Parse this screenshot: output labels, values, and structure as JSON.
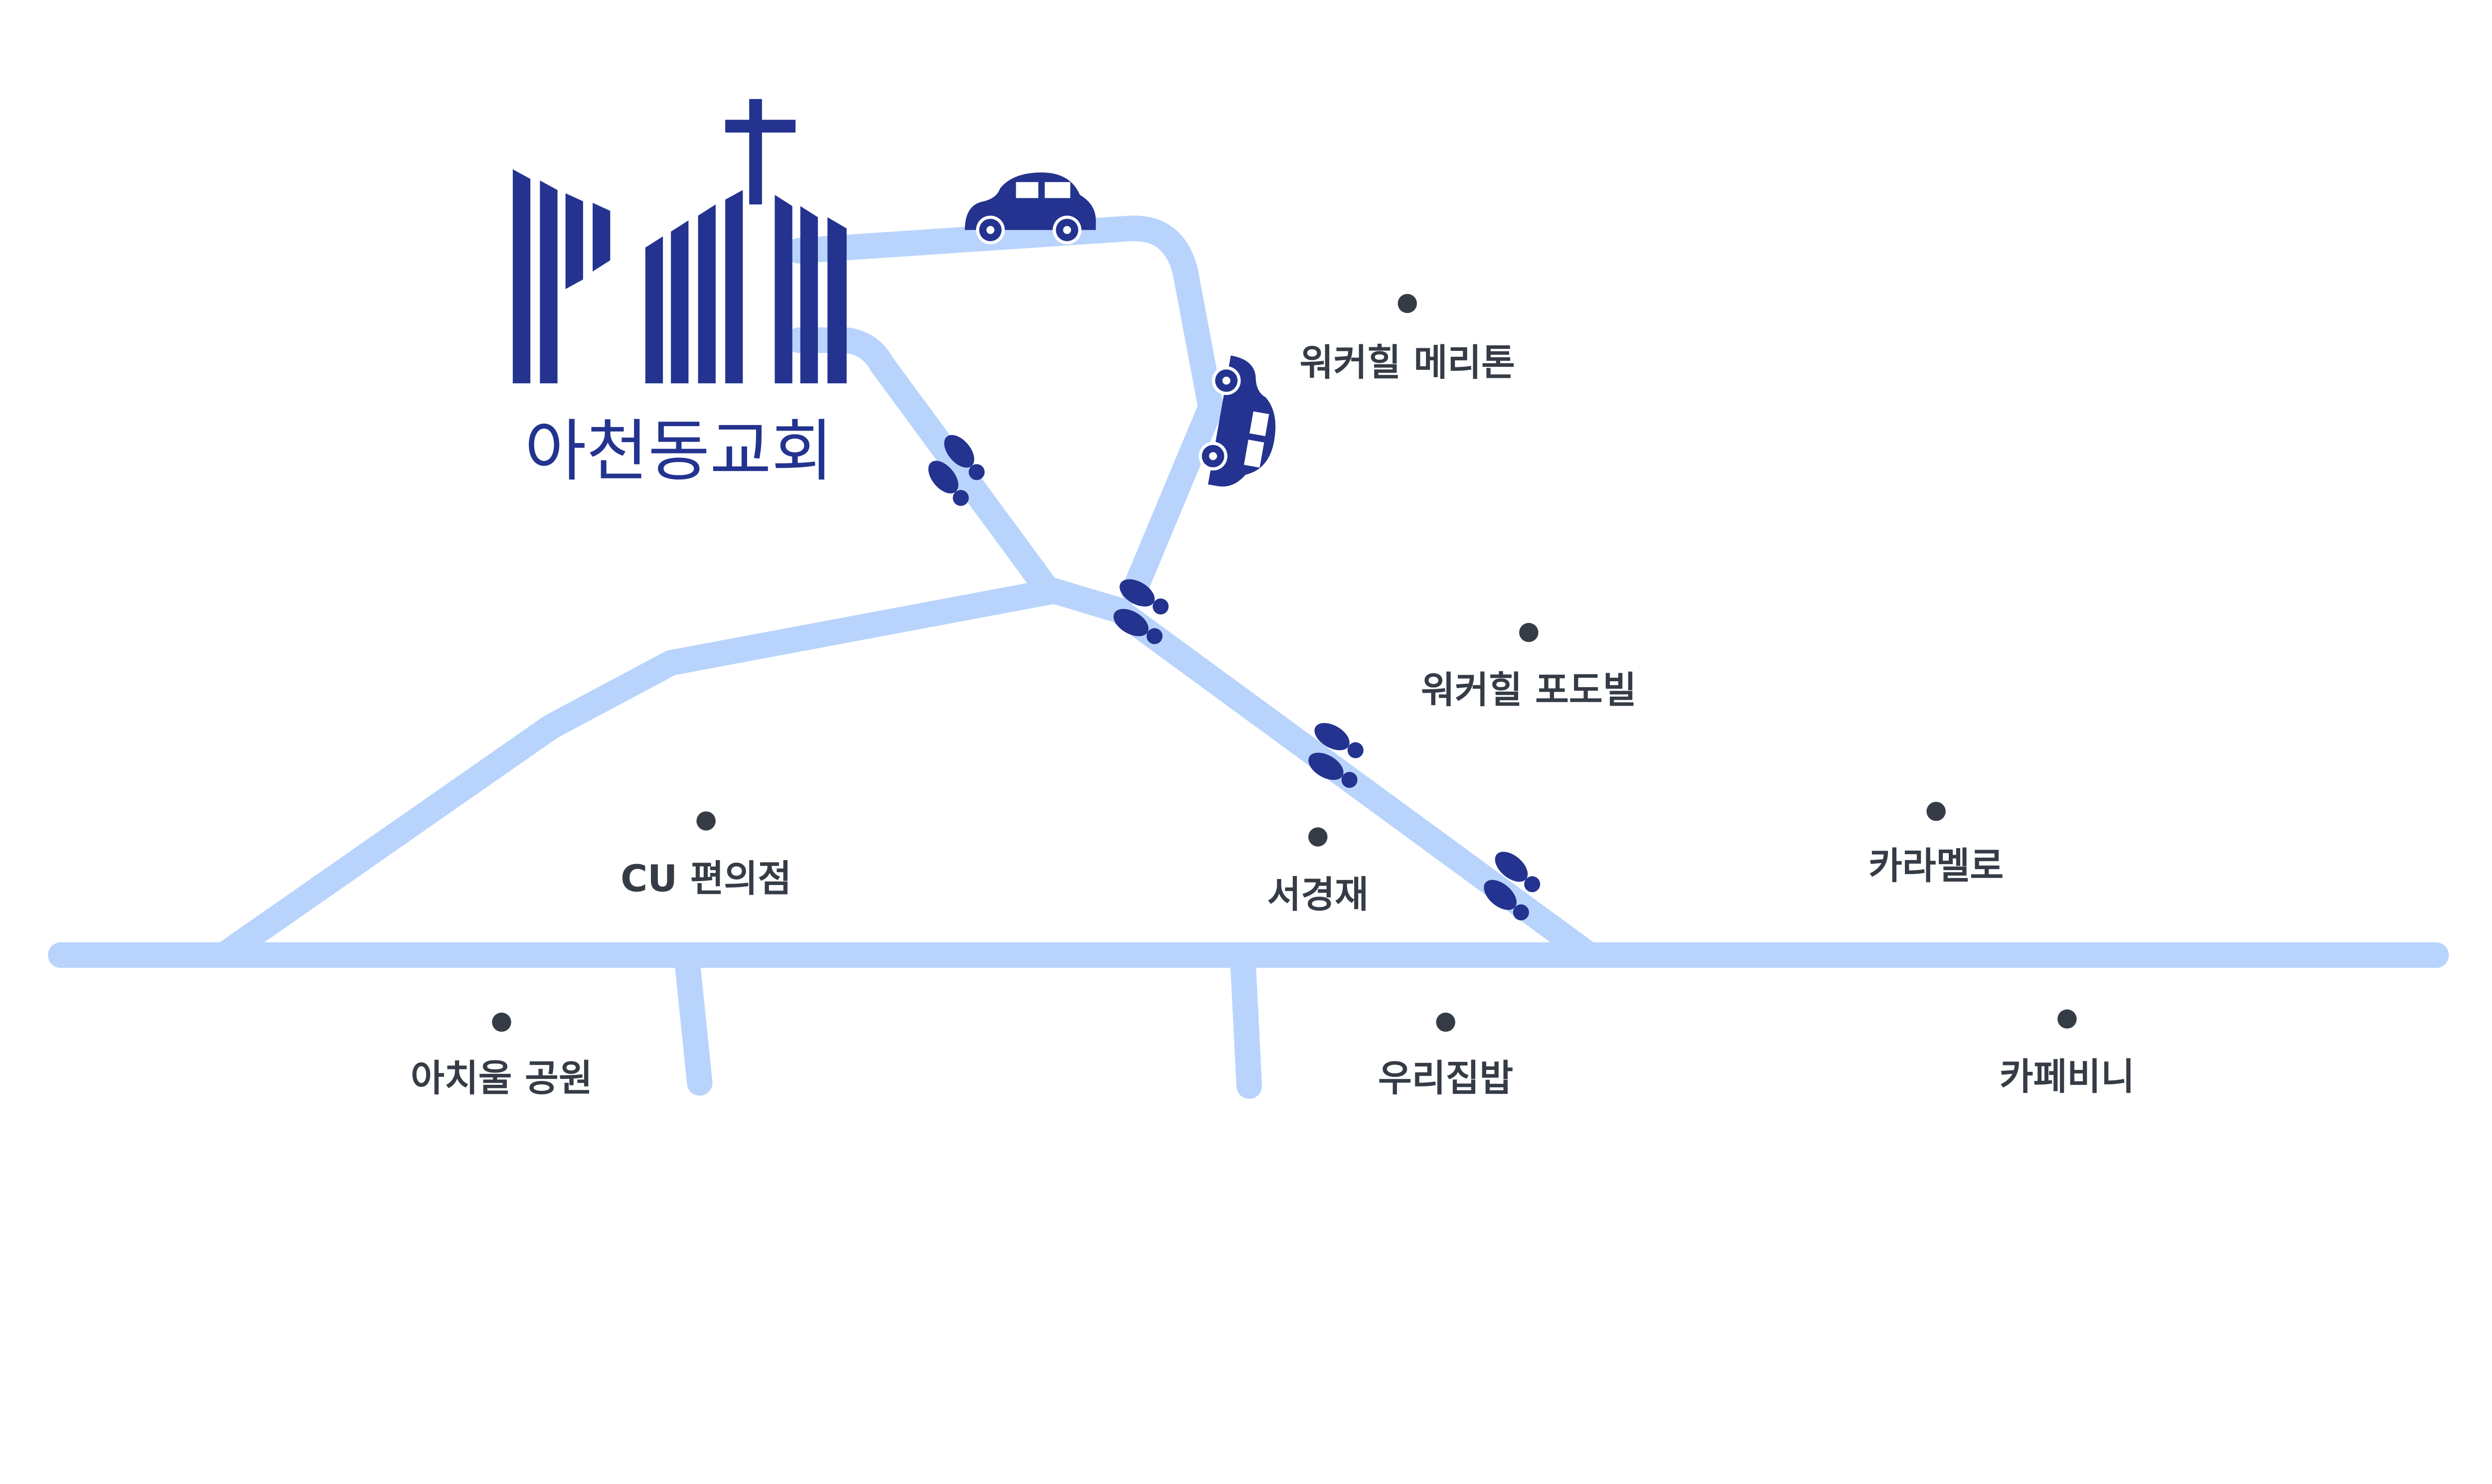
{
  "church": {
    "name": "아천동교회"
  },
  "places": [
    {
      "id": "walkerhill-meriton",
      "label": "워커힐 메리톤"
    },
    {
      "id": "walkerhill-podovil",
      "label": "워커힐 포도빌"
    },
    {
      "id": "cu-store",
      "label": "CU 편의점"
    },
    {
      "id": "seogyeongjae",
      "label": "서경재"
    },
    {
      "id": "caramello",
      "label": "카라멜로"
    },
    {
      "id": "achiul-park",
      "label": "아치울 공원"
    },
    {
      "id": "urijipbap",
      "label": "우리집밥"
    },
    {
      "id": "cafe-bini",
      "label": "카페비니"
    }
  ],
  "colors": {
    "road": "#b8d4fc",
    "brand": "#23338f",
    "label": "#363c46"
  }
}
